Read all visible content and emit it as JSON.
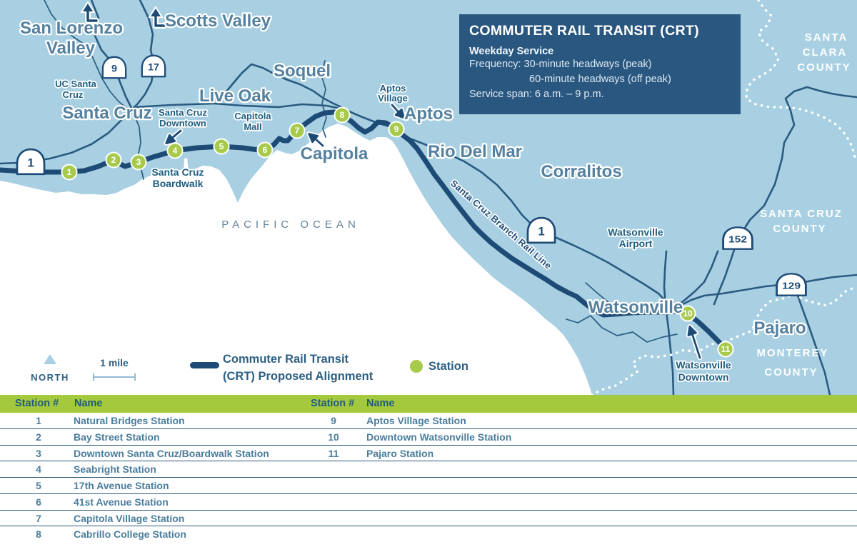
{
  "map": {
    "info_box": {
      "title": "COMMUTER RAIL TRANSIT (CRT)",
      "subtitle": "Weekday Service",
      "frequency_line1": "Frequency: 30-minute headways (peak)",
      "frequency_line2": "60-minute headways (off peak)",
      "service_span": "Service span: 6 a.m. – 9 p.m."
    },
    "labels": {
      "san_lorenzo_valley_line1": "San Lorenzo",
      "san_lorenzo_valley_line2": "Valley",
      "scotts_valley": "Scotts Valley",
      "uc_santa_cruz_line1": "UC Santa",
      "uc_santa_cruz_line2": "Cruz",
      "santa_cruz": "Santa Cruz",
      "santa_cruz_downtown_line1": "Santa Cruz",
      "santa_cruz_downtown_line2": "Downtown",
      "live_oak": "Live Oak",
      "capitola_mall_line1": "Capitola",
      "capitola_mall_line2": "Mall",
      "soquel": "Soquel",
      "santa_cruz_boardwalk_line1": "Santa Cruz",
      "santa_cruz_boardwalk_line2": "Boardwalk",
      "capitola": "Capitola",
      "aptos_village_line1": "Aptos",
      "aptos_village_line2": "Village",
      "aptos": "Aptos",
      "rio_del_mar": "Rio Del Mar",
      "corralitos": "Corralitos",
      "watsonville_airport_line1": "Watsonville",
      "watsonville_airport_line2": "Airport",
      "watsonville": "Watsonville",
      "watsonville_downtown_line1": "Watsonville",
      "watsonville_downtown_line2": "Downtown",
      "pajaro": "Pajaro",
      "pacific_ocean": "PACIFIC OCEAN",
      "rail_line": "Santa Cruz Branch Rail Line",
      "santa_clara_county_line1": "SANTA",
      "santa_clara_county_line2": "CLARA",
      "santa_clara_county_line3": "COUNTY",
      "santa_cruz_county_line1": "SANTA CRUZ",
      "santa_cruz_county_line2": "COUNTY",
      "monterey_county_line1": "MONTEREY",
      "monterey_county_line2": "COUNTY"
    },
    "shields": {
      "hwy9": "9",
      "hwy17": "17",
      "hwy1_west": "1",
      "hwy1_south": "1",
      "hwy152": "152",
      "hwy129": "129"
    },
    "colors": {
      "land": "#a8d0e2",
      "ocean": "#ffffff",
      "route_navy": "#1d4b76",
      "road_blue": "#2a5a80",
      "station_green": "#a7ca4a",
      "header_green": "#a5c93c",
      "info_box_blue": "#2a577f"
    }
  },
  "legend": {
    "north_label": "NORTH",
    "scale_label": "1 mile",
    "route_label_line1": "Commuter Rail Transit",
    "route_label_line2": "(CRT) Proposed Alignment",
    "station_label": "Station"
  },
  "stations": [
    {
      "num": "1",
      "name": "Natural Bridges Station"
    },
    {
      "num": "2",
      "name": "Bay Street Station"
    },
    {
      "num": "3",
      "name": "Downtown Santa Cruz/Boardwalk Station"
    },
    {
      "num": "4",
      "name": "Seabright Station"
    },
    {
      "num": "5",
      "name": "17th Avenue Station"
    },
    {
      "num": "6",
      "name": "41st Avenue Station"
    },
    {
      "num": "7",
      "name": "Capitola Village Station"
    },
    {
      "num": "8",
      "name": "Cabrillo College Station"
    },
    {
      "num": "9",
      "name": "Aptos Village Station"
    },
    {
      "num": "10",
      "name": "Downtown Watsonville Station"
    },
    {
      "num": "11",
      "name": "Pajaro Station"
    }
  ],
  "table": {
    "header_station": "Station #",
    "header_name": "Name"
  }
}
